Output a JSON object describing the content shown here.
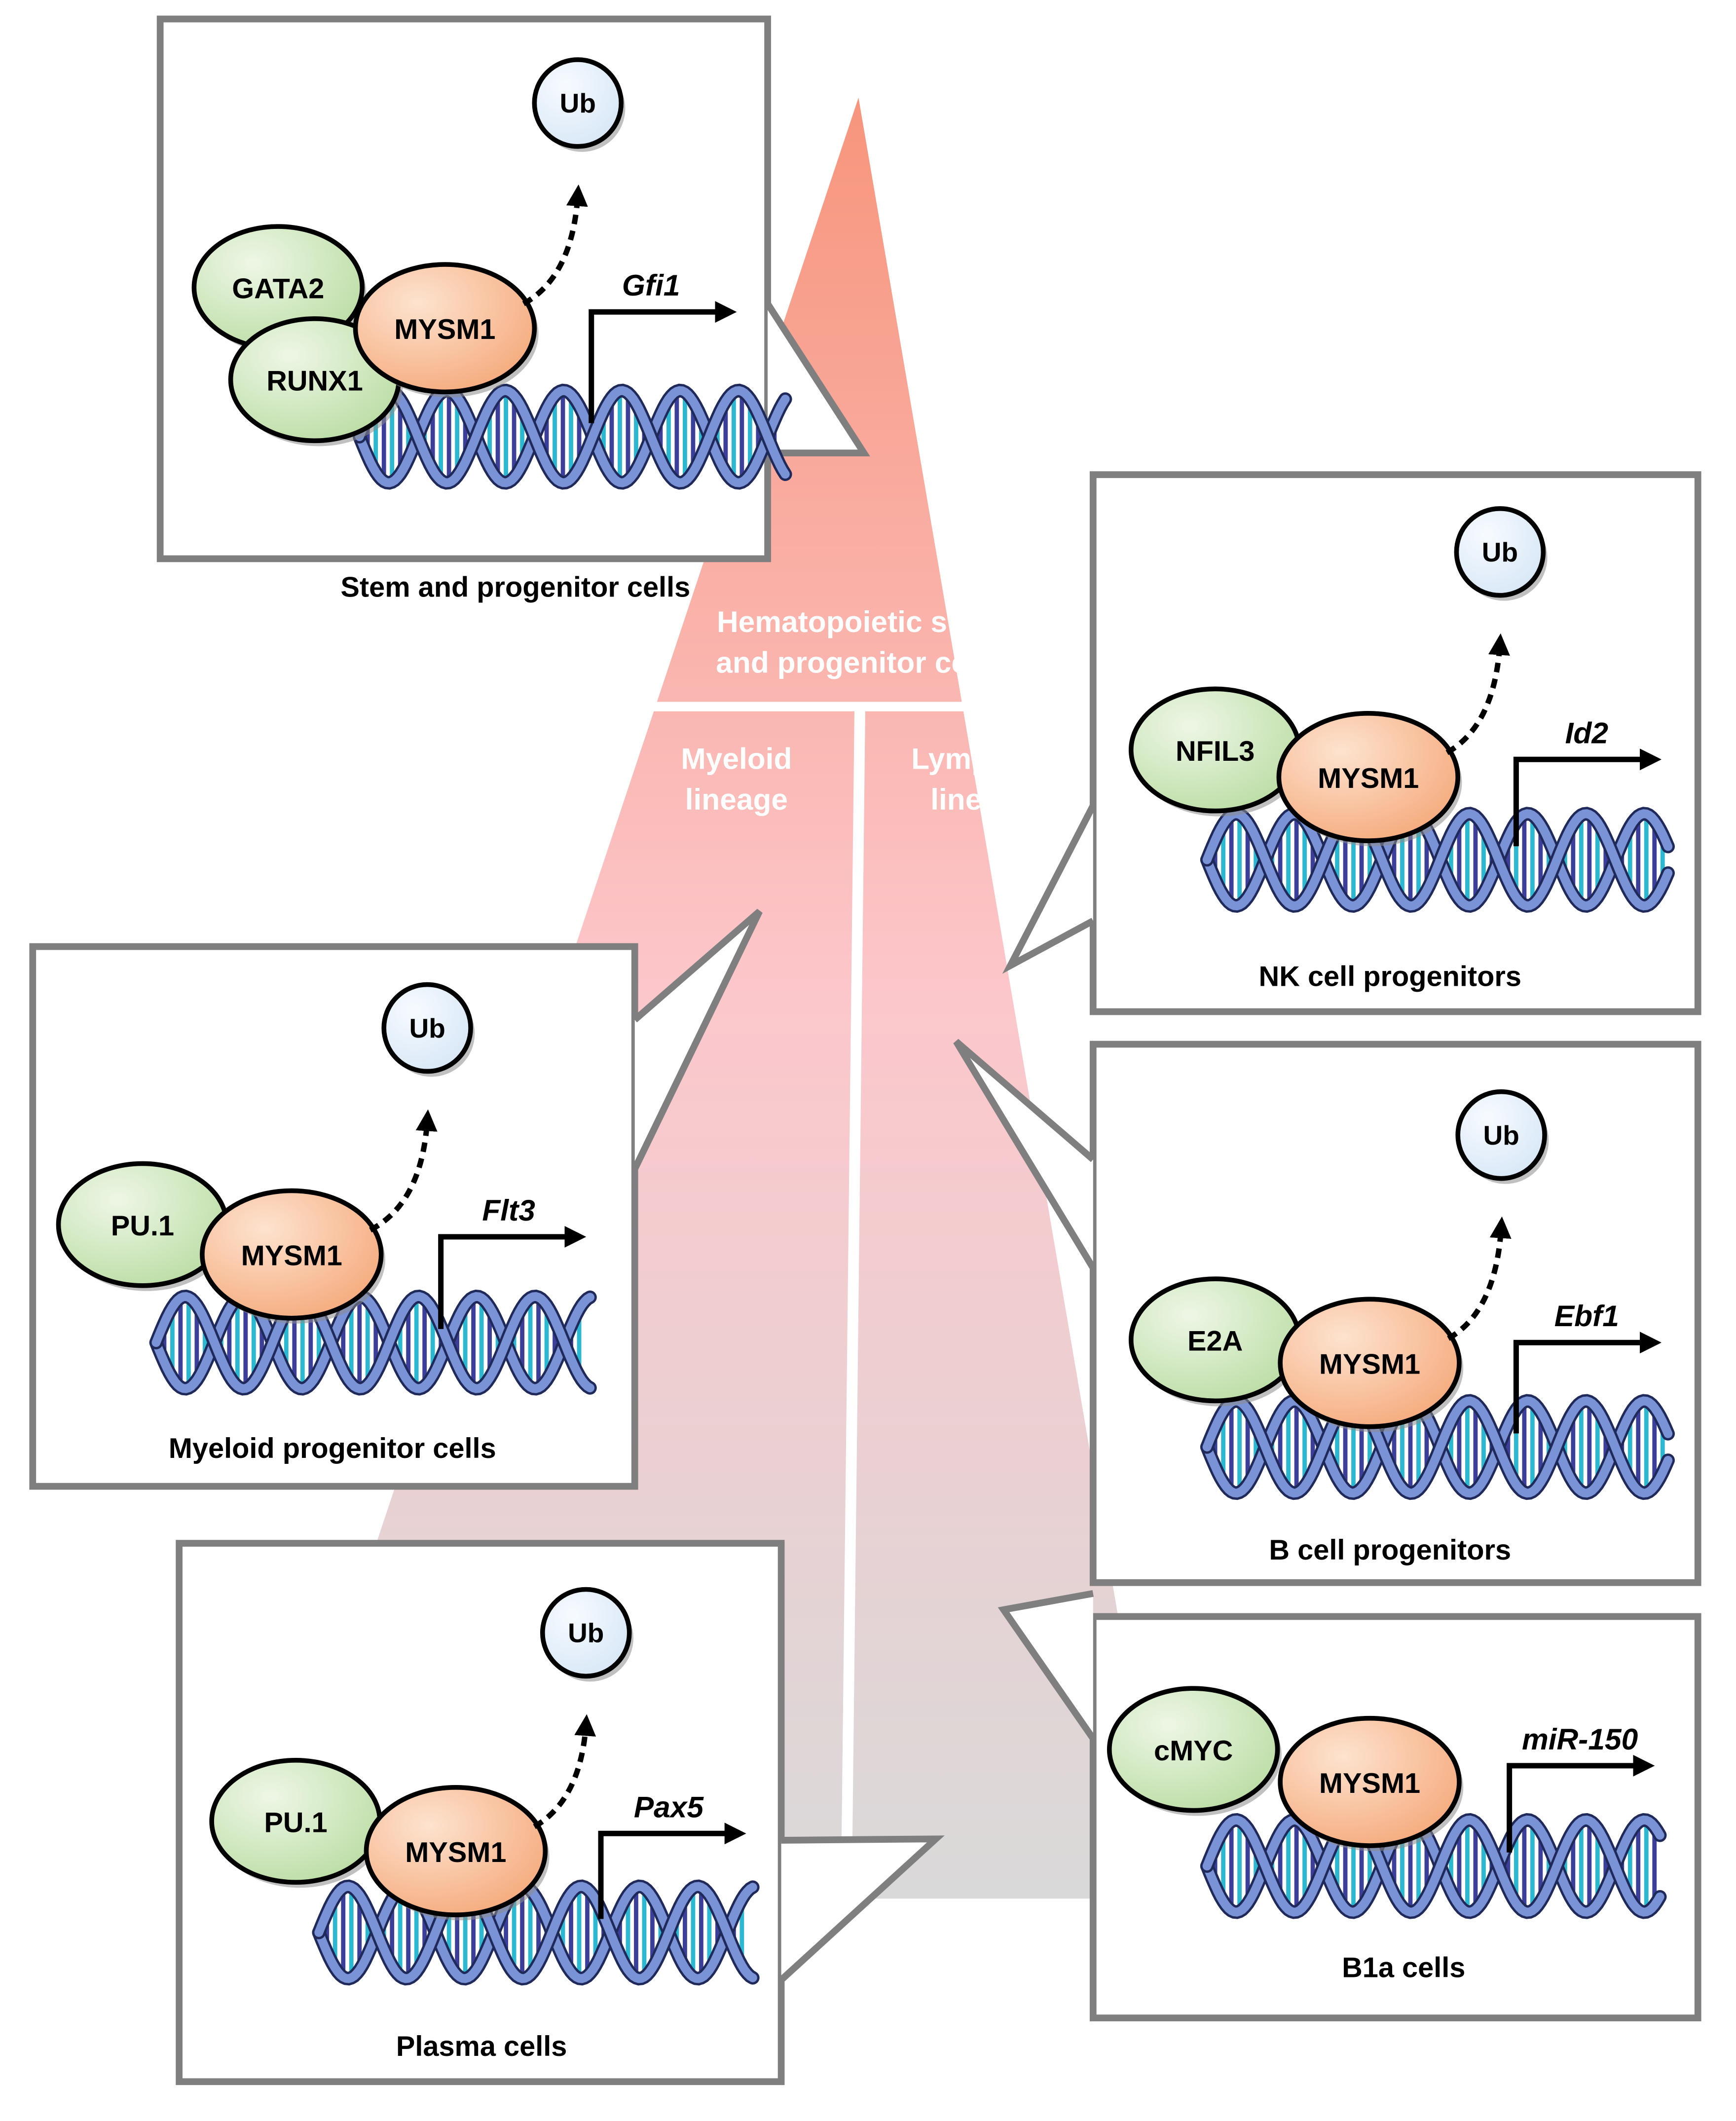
{
  "pyramid": {
    "top_label": [
      "Hematopoietic stem",
      "and progenitor cells"
    ],
    "left_label": [
      "Myeloid",
      "lineage"
    ],
    "right_label": [
      "Lymphoid",
      "lineage"
    ]
  },
  "panels": [
    {
      "id": "stem",
      "caption": "Stem and progenitor cells",
      "factors": [
        "GATA2",
        "RUNX1"
      ],
      "deubiquitinase": "MYSM1",
      "ub": "Ub",
      "gene": "Gfi1"
    },
    {
      "id": "nk",
      "caption": "NK cell progenitors",
      "factors": [
        "NFIL3"
      ],
      "deubiquitinase": "MYSM1",
      "ub": "Ub",
      "gene": "Id2"
    },
    {
      "id": "myeloid",
      "caption": "Myeloid progenitor cells",
      "factors": [
        "PU.1"
      ],
      "deubiquitinase": "MYSM1",
      "ub": "Ub",
      "gene": "Flt3"
    },
    {
      "id": "bcell",
      "caption": "B cell progenitors",
      "factors": [
        "E2A"
      ],
      "deubiquitinase": "MYSM1",
      "ub": "Ub",
      "gene": "Ebf1"
    },
    {
      "id": "plasma",
      "caption": "Plasma cells",
      "factors": [
        "PU.1"
      ],
      "deubiquitinase": "MYSM1",
      "ub": "Ub",
      "gene": "Pax5"
    },
    {
      "id": "b1a",
      "caption": "B1a cells",
      "factors": [
        "cMYC"
      ],
      "deubiquitinase": "MYSM1",
      "ub": null,
      "gene": "miR-150"
    }
  ],
  "colors": {
    "pyramid_top": "#f7957c",
    "pyramid_mid": "#fcc7cb",
    "pyramid_bottom": "#d9d9d9",
    "mysm1_fill": "#f5a879",
    "factor_fill": "#b9dca2",
    "ub_fill": "#d6e6f6",
    "dna_backbone": "#7a92d6",
    "dna_rung_a": "#2cb8d0",
    "dna_rung_b": "#3b3f9a",
    "panel_border": "#7f7f7f"
  }
}
